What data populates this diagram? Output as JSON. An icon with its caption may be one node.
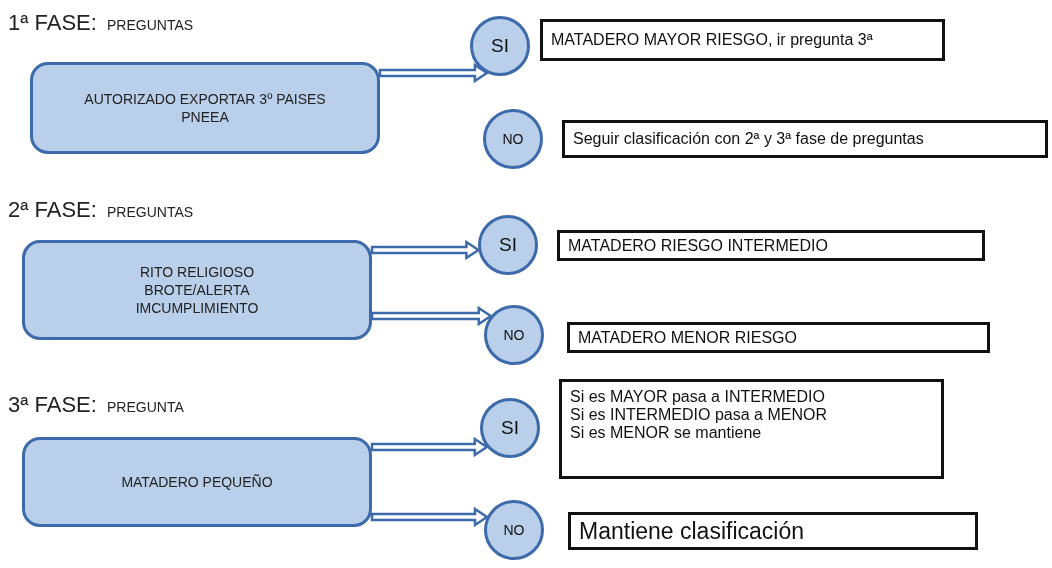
{
  "diagram": {
    "nodes": [
      {
        "text": [
          "AUTORIZADO EXPORTAR 3º PAISES PNEEA"
        ]
      },
      {
        "text": [
          "SI"
        ]
      },
      {
        "text": [
          "MATADERO MAYOR RIESGO, ir pregunta 3ª"
        ]
      },
      {
        "text": [
          "NO"
        ]
      },
      {
        "text": [
          "Seguir clasificación con 2ª y 3ª fase de preguntas"
        ]
      },
      {
        "text": [
          "RITO RELIGIOSO",
          "BROTE/ALERTA",
          "IMCUMPLIMIENTO"
        ]
      },
      {
        "text": [
          "SI"
        ]
      },
      {
        "text": [
          "MATADERO RIESGO INTERMEDIO"
        ]
      },
      {
        "text": [
          "NO"
        ]
      },
      {
        "text": [
          "MATADERO MENOR RIESGO"
        ]
      },
      {
        "text": [
          "MATADERO PEQUEÑO"
        ]
      },
      {
        "text": [
          "SI"
        ]
      },
      {
        "text": [
          "Si es MAYOR pasa a INTERMEDIO",
          "Si es INTERMEDIO pasa a MENOR",
          "Si es MENOR se mantiene"
        ]
      },
      {
        "text": [
          "NO"
        ]
      },
      {
        "text": [
          "Mantiene clasificación"
        ]
      }
    ],
    "edges": [
      {
        "from": 0,
        "to": 1,
        "arrow": "to"
      },
      {
        "from": 5,
        "to": 6,
        "arrow": "to"
      },
      {
        "from": 5,
        "to": 8,
        "arrow": "to"
      },
      {
        "from": 10,
        "to": 11,
        "arrow": "to"
      },
      {
        "from": 10,
        "to": 13,
        "arrow": "to"
      }
    ],
    "labels": [
      "1ª FASE:",
      "PREGUNTAS",
      "2ª FASE:",
      "PREGUNTAS",
      "3ª FASE:",
      "PREGUNTA"
    ]
  }
}
